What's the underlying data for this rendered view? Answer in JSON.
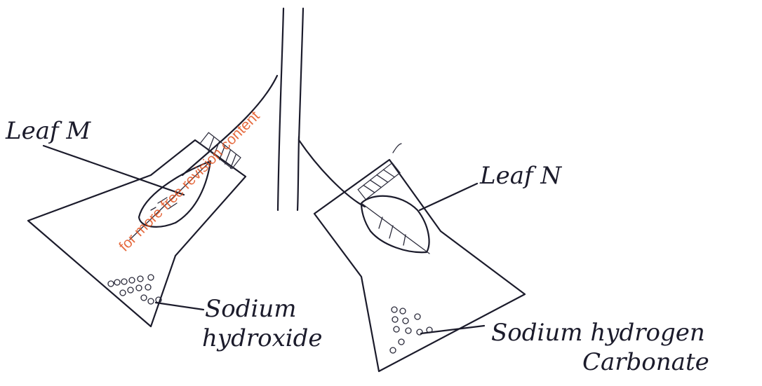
{
  "labels": {
    "leaf_m": "Leaf M",
    "leaf_n": "Leaf N",
    "reagent_left_line1": "Sodium",
    "reagent_left_line2": "hydroxide",
    "reagent_right_line1": "Sodium hydrogen",
    "reagent_right_line2": "Carbonate"
  },
  "watermark": "for more free revision content",
  "colors": {
    "ink": "#1b1b2b",
    "watermark": "#e2521f",
    "background": "#ffffff"
  }
}
